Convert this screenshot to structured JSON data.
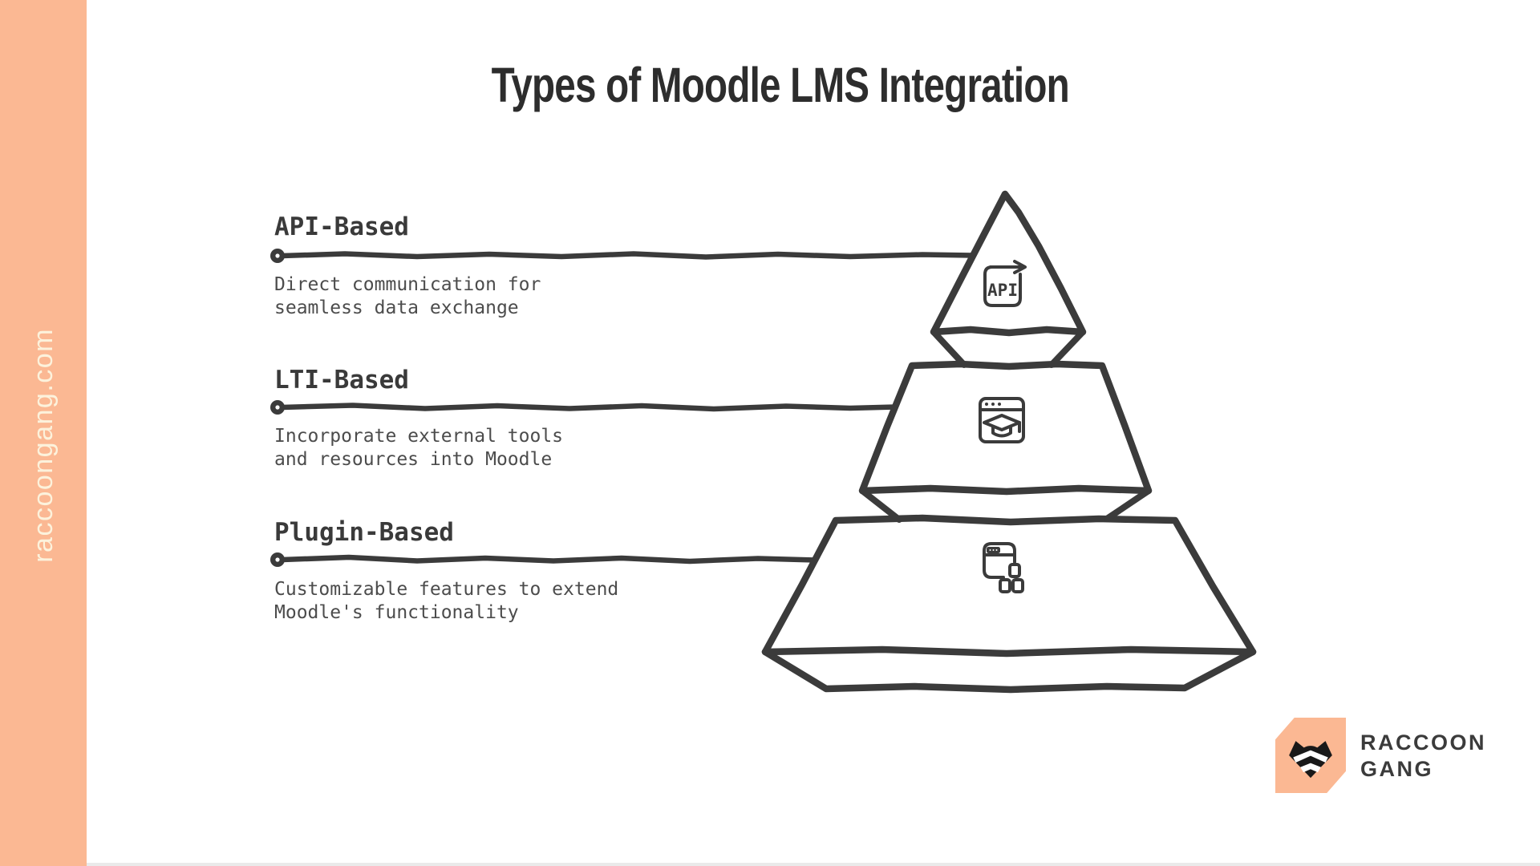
{
  "colors": {
    "accent_peach": "#FBB893",
    "ink": "#3B3B3B",
    "title_ink": "#2D2D2D",
    "description_ink": "#4C4C4C",
    "sidebar_text": "#FCF2DC",
    "background": "#FFFFFF"
  },
  "sidebar": {
    "url": "raccoongang.com"
  },
  "header": {
    "title": "Types of Moodle LMS Integration"
  },
  "items": [
    {
      "heading": "API-Based",
      "description": "Direct communication for\nseamless data exchange",
      "icon": "api-document-arrow-icon"
    },
    {
      "heading": "LTI-Based",
      "description": "Incorporate external tools\nand resources into Moodle",
      "icon": "browser-graduation-cap-icon"
    },
    {
      "heading": "Plugin-Based",
      "description": "Customizable features to extend\nMoodle's functionality",
      "icon": "browser-plugin-blocks-icon"
    }
  ],
  "pyramid": {
    "tier_count": 3,
    "tiers_top_to_bottom": [
      "API-Based",
      "LTI-Based",
      "Plugin-Based"
    ],
    "api_icon_label": "API"
  },
  "logo": {
    "line1": "RACCOON",
    "line2": "GANG",
    "icon": "raccoon-face-icon"
  }
}
